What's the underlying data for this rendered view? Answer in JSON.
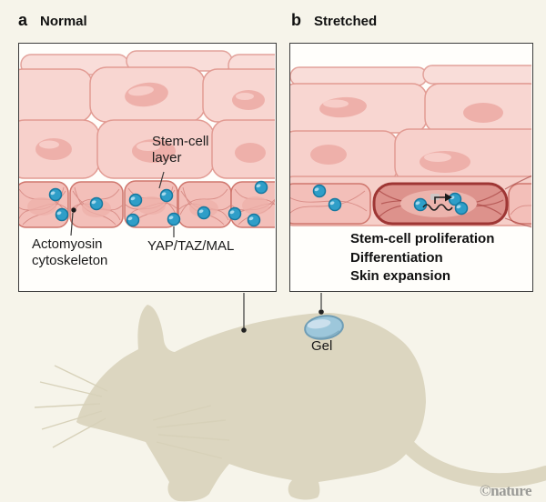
{
  "page": {
    "credit": "©nature",
    "background_color": "#f6f4ea"
  },
  "panels": {
    "a": {
      "tag": "a",
      "title": "Normal",
      "labels": {
        "stem_cell_layer": "Stem-cell layer",
        "actomyosin": "Actomyosin cytoskeleton",
        "yap": "YAP/TAZ/MAL"
      }
    },
    "b": {
      "tag": "b",
      "title": "Stretched",
      "outcomes": [
        "Stem-cell proliferation",
        "Differentiation",
        "Skin expansion"
      ]
    }
  },
  "mouse": {
    "gel_label": "Gel"
  },
  "icons": {
    "yap_molecule": "blue-sphere-molecule",
    "transcription_arrow": "gene-transcription-promoter-arrow",
    "gel": "blue-gel-droplet",
    "mouse": "mouse-silhouette",
    "actomyosin_fibers": "crosshatched-cytoskeleton-fibers"
  },
  "colors": {
    "cell_pink": "#f8d6d1",
    "cell_outline": "#e29b93",
    "stem_cell_pink": "#f3bfb9",
    "stretched_cell_red": "#9e3634",
    "molecule_blue": "#2f9ec8",
    "gel_blue": "#9dc7db",
    "mouse_beige": "#dcd6c0"
  }
}
